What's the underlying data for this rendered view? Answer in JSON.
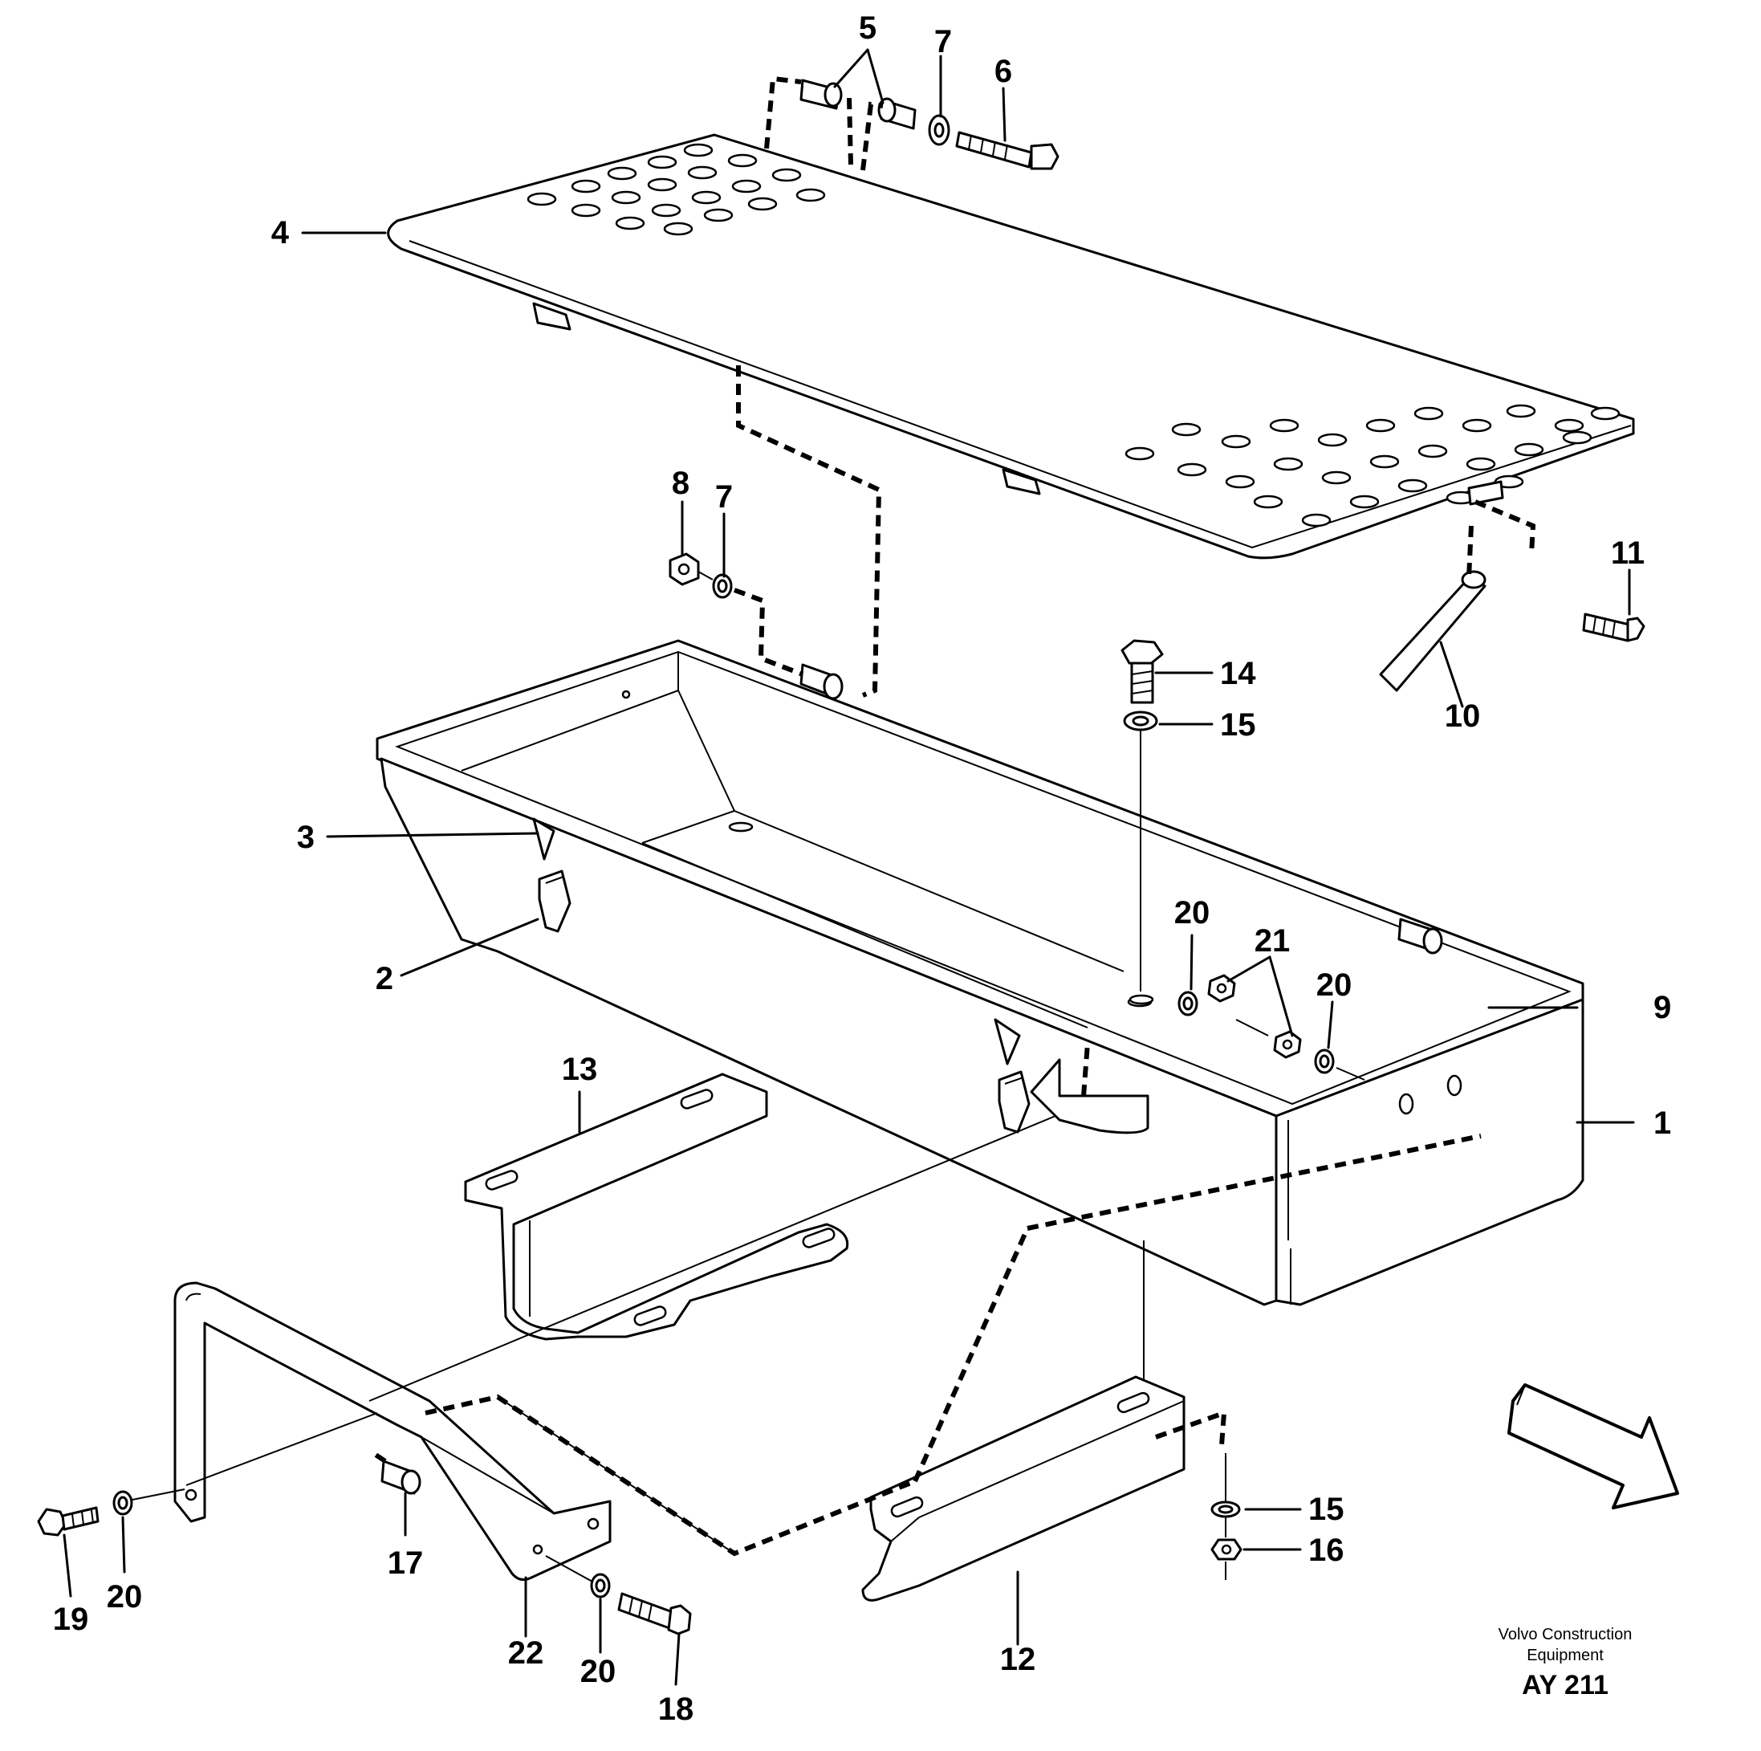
{
  "callouts": [
    {
      "id": "1",
      "text": "1"
    },
    {
      "id": "2",
      "text": "2"
    },
    {
      "id": "3",
      "text": "3"
    },
    {
      "id": "4",
      "text": "4"
    },
    {
      "id": "5",
      "text": "5"
    },
    {
      "id": "6",
      "text": "6"
    },
    {
      "id": "7a",
      "text": "7"
    },
    {
      "id": "7b",
      "text": "7"
    },
    {
      "id": "8",
      "text": "8"
    },
    {
      "id": "9",
      "text": "9"
    },
    {
      "id": "10",
      "text": "10"
    },
    {
      "id": "11",
      "text": "11"
    },
    {
      "id": "12",
      "text": "12"
    },
    {
      "id": "13",
      "text": "13"
    },
    {
      "id": "14",
      "text": "14"
    },
    {
      "id": "15a",
      "text": "15"
    },
    {
      "id": "15b",
      "text": "15"
    },
    {
      "id": "16",
      "text": "16"
    },
    {
      "id": "17",
      "text": "17"
    },
    {
      "id": "18",
      "text": "18"
    },
    {
      "id": "19",
      "text": "19"
    },
    {
      "id": "20a",
      "text": "20"
    },
    {
      "id": "20b",
      "text": "20"
    },
    {
      "id": "20c",
      "text": "20"
    },
    {
      "id": "20d",
      "text": "20"
    },
    {
      "id": "21",
      "text": "21"
    },
    {
      "id": "22",
      "text": "22"
    }
  ],
  "footer": {
    "company_line1": "Volvo Construction",
    "company_line2": "Equipment",
    "drawing_code": "AY 211"
  },
  "icons": {
    "direction_arrow": "direction-arrow-icon"
  }
}
